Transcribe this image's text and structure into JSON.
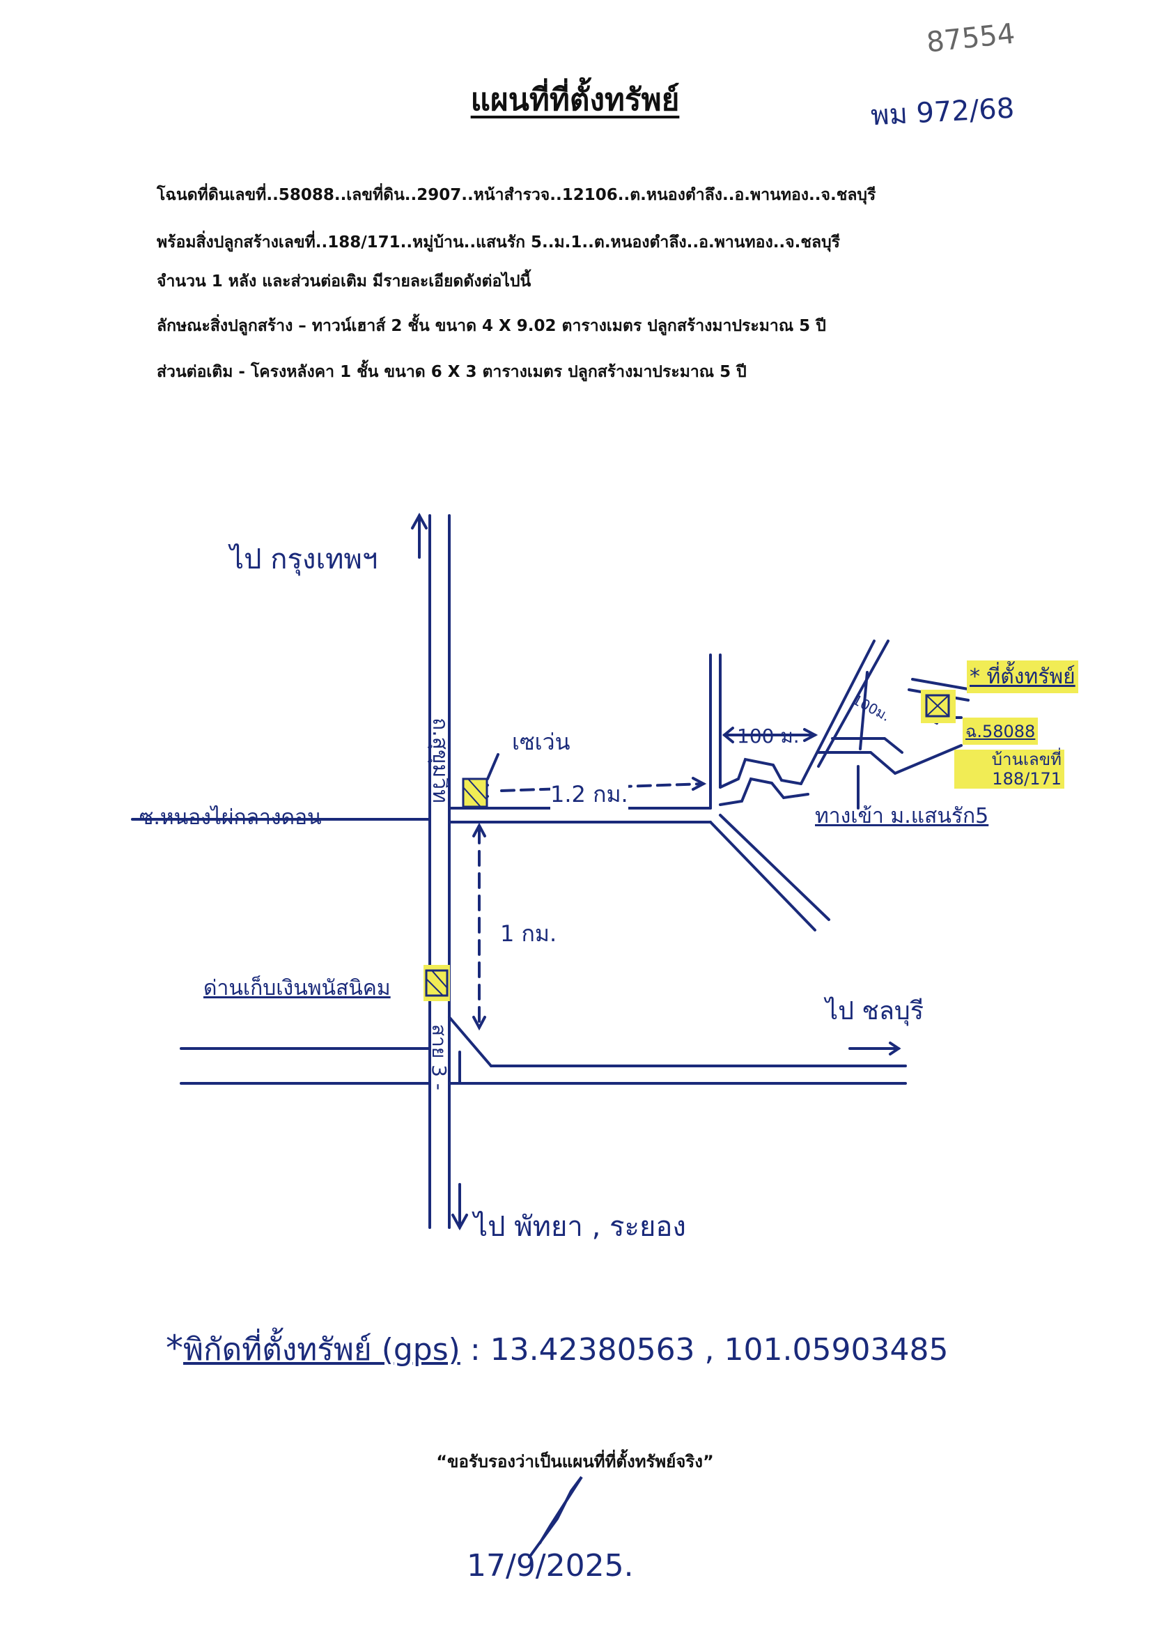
{
  "header": {
    "title": "แผนที่ที่ตั้งทรัพย์",
    "ref_number": "87554",
    "ref_code": "พม 972/68"
  },
  "details": {
    "line1": "โฉนดที่ดินเลขที่..58088..เลขที่ดิน..2907..หน้าสำรวจ..12106..ต.หนองตำลึง..อ.พานทอง..จ.ชลบุรี",
    "line2": "พร้อมสิ่งปลูกสร้างเลขที่..188/171..หมู่บ้าน..แสนรัก 5..ม.1..ต.หนองตำลึง..อ.พานทอง..จ.ชลบุรี",
    "line3": "จำนวน 1 หลัง และส่วนต่อเติม มีรายละเอียดดังต่อไปนี้",
    "line4": "ลักษณะสิ่งปลูกสร้าง – ทาวน์เฮาส์ 2 ชั้น ขนาด 4 X 9.02 ตารางเมตร ปลูกสร้างมาประมาณ 5 ปี",
    "line5": "ส่วนต่อเติม - โครงหลังคา 1 ชั้น ขนาด 6 X 3 ตารางเมตร ปลูกสร้างมาประมาณ 5 ปี"
  },
  "map": {
    "to_bangkok": "ไป กรุงเทพฯ",
    "main_road": "ถ.สุขุมวิท",
    "soi_left": "ซ.หนองไผ่กลางดอน",
    "shop_7": "เซเว่น",
    "dist_1_2km": "1.2 กม.",
    "dist_1km": "1 กม.",
    "dist_100m_a": "100 ม.",
    "dist_100m_b": "100ม.",
    "toll_booth": "ด่านเก็บเงินพนัสนิคม",
    "to_chonburi": "ไป ชลบุรี",
    "to_pattaya": "ไป พัทยา , ระยอง",
    "entrance": "ทางเข้า ม.แสนรัก5",
    "property_mark": "* ที่ตั้งทรัพย์",
    "deed_label": "ฉ.58088",
    "house_label": "บ้านเลขที่ 188/171",
    "main_road_code": "สาย 3 -"
  },
  "gps": {
    "label": "พิกัดที่ตั้งทรัพย์ (gps)",
    "value": ": 13.42380563 , 101.05903485"
  },
  "footer": {
    "certify": "“ขอรับรองว่าเป็นแผนที่ที่ตั้งทรัพย์จริง”",
    "date": "17/9/2025."
  },
  "colors": {
    "ink": "#1a2a7a",
    "highlight": "#f1ec55"
  }
}
